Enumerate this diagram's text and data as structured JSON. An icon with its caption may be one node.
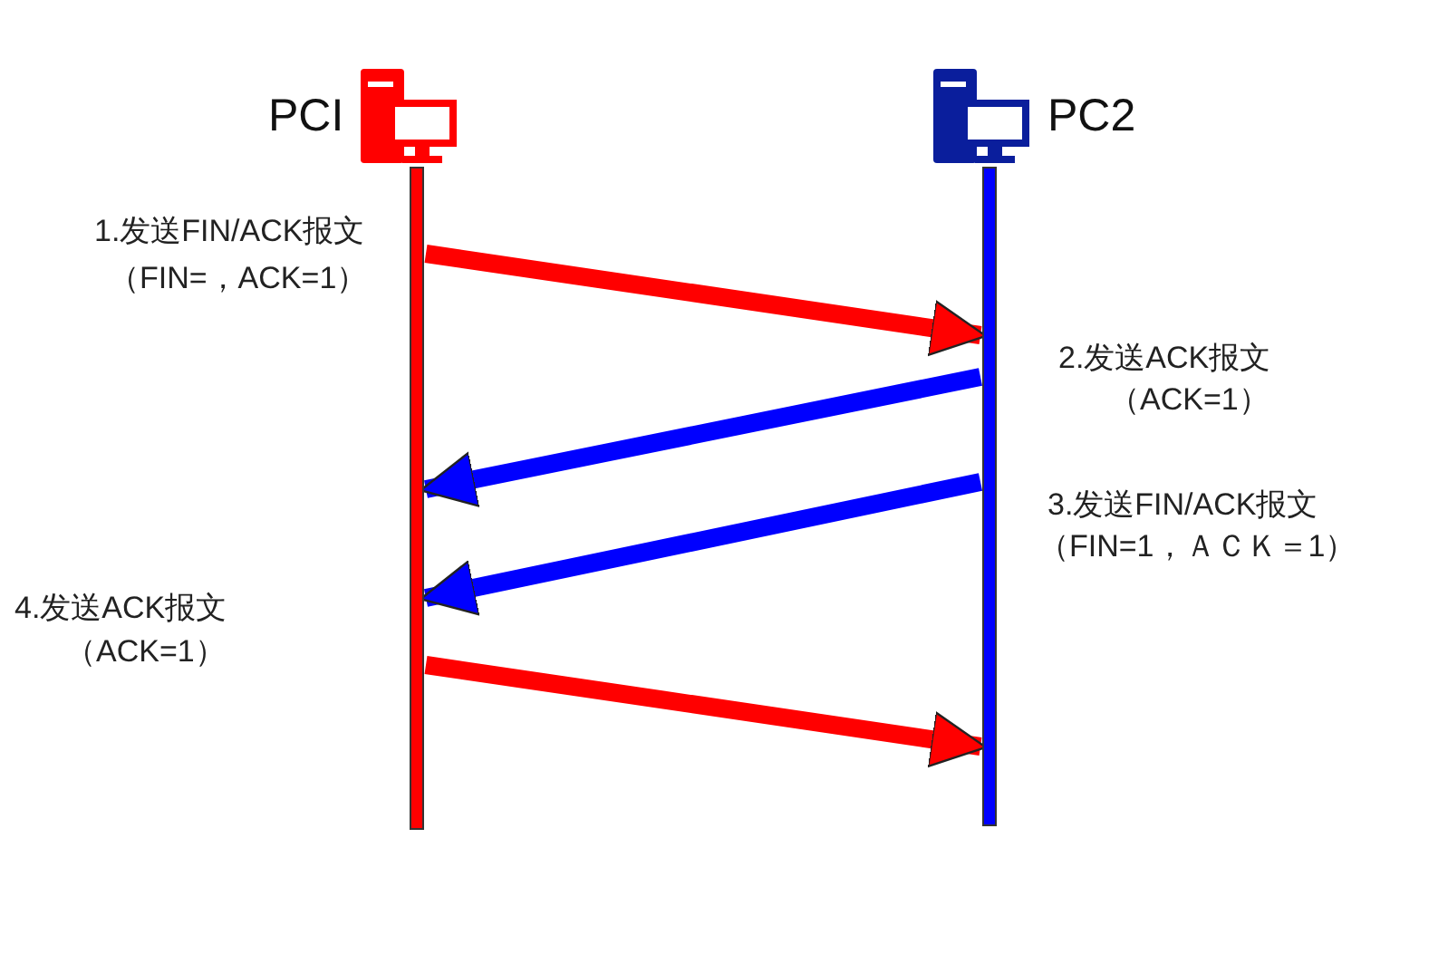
{
  "diagram": {
    "nodes": [
      {
        "text": [
          "PCI"
        ]
      },
      {
        "text": [
          "PC2"
        ]
      },
      {
        "text": [],
        "shape": "bar"
      },
      {
        "text": [],
        "shape": "bar"
      }
    ],
    "edges": [
      {
        "from": 2,
        "to": 3,
        "arrow": "to",
        "color": "#ff0000"
      },
      {
        "from": 3,
        "to": 2,
        "arrow": "to",
        "color": "#0000ff"
      },
      {
        "from": 3,
        "to": 2,
        "arrow": "to",
        "color": "#0000ff"
      },
      {
        "from": 2,
        "to": 3,
        "arrow": "to",
        "color": "#ff0000"
      }
    ],
    "labels": [
      "1.发送FIN/ACK报文",
      "（FIN=，ACK=1）",
      "2.发送ACK报文",
      "（ACK=1）",
      "3.发送FIN/ACK报文",
      "（FIN=1，ＡＣＫ＝1）",
      "4.发送ACK报文",
      "（ACK=1）"
    ]
  }
}
